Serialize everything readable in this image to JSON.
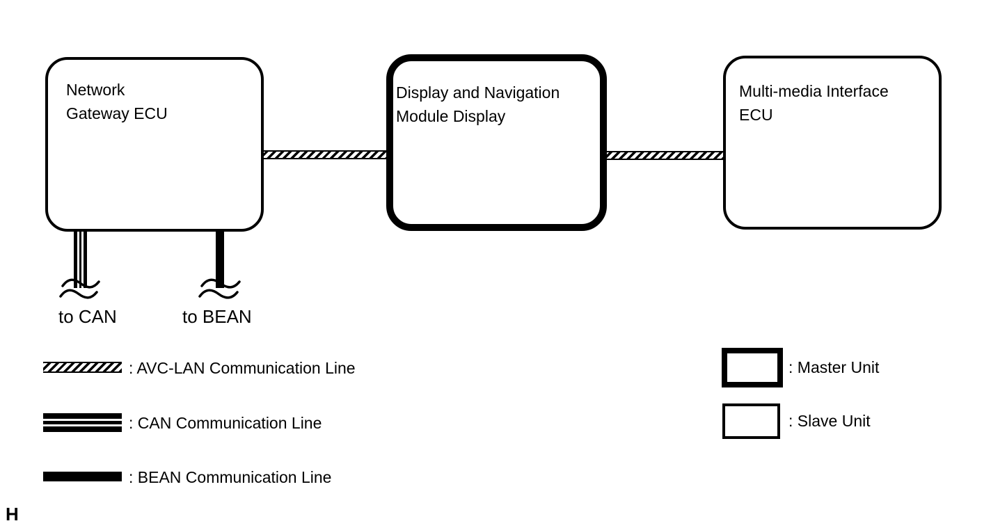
{
  "diagram": {
    "nodes": [
      {
        "id": "network-gateway-ecu",
        "line1": "Network",
        "line2": "Gateway ECU",
        "unit_type": "slave"
      },
      {
        "id": "display-navigation-module-display",
        "line1": "Display and Navigation",
        "line2": "Module Display",
        "unit_type": "master"
      },
      {
        "id": "multi-media-interface-ecu",
        "line1": "Multi-media Interface",
        "line2": "ECU",
        "unit_type": "slave"
      }
    ],
    "connections": [
      {
        "from": "network-gateway-ecu",
        "to": "display-navigation-module-display",
        "type": "AVC-LAN"
      },
      {
        "from": "display-navigation-module-display",
        "to": "multi-media-interface-ecu",
        "type": "AVC-LAN"
      }
    ],
    "stubs": [
      {
        "type": "CAN",
        "label": "to CAN"
      },
      {
        "type": "BEAN",
        "label": "to BEAN"
      }
    ]
  },
  "legend": {
    "line_types": [
      {
        "name": "avclan-line",
        "label": ": AVC-LAN Communication Line"
      },
      {
        "name": "can-line",
        "label": ": CAN Communication Line"
      },
      {
        "name": "bean-line",
        "label": ": BEAN Communication Line"
      }
    ],
    "unit_types": [
      {
        "name": "master-unit",
        "label": ": Master Unit"
      },
      {
        "name": "slave-unit",
        "label": ": Slave Unit"
      }
    ]
  },
  "footer": {
    "page_marker": "H"
  },
  "colors": {
    "line": "#000000",
    "background": "#ffffff"
  }
}
